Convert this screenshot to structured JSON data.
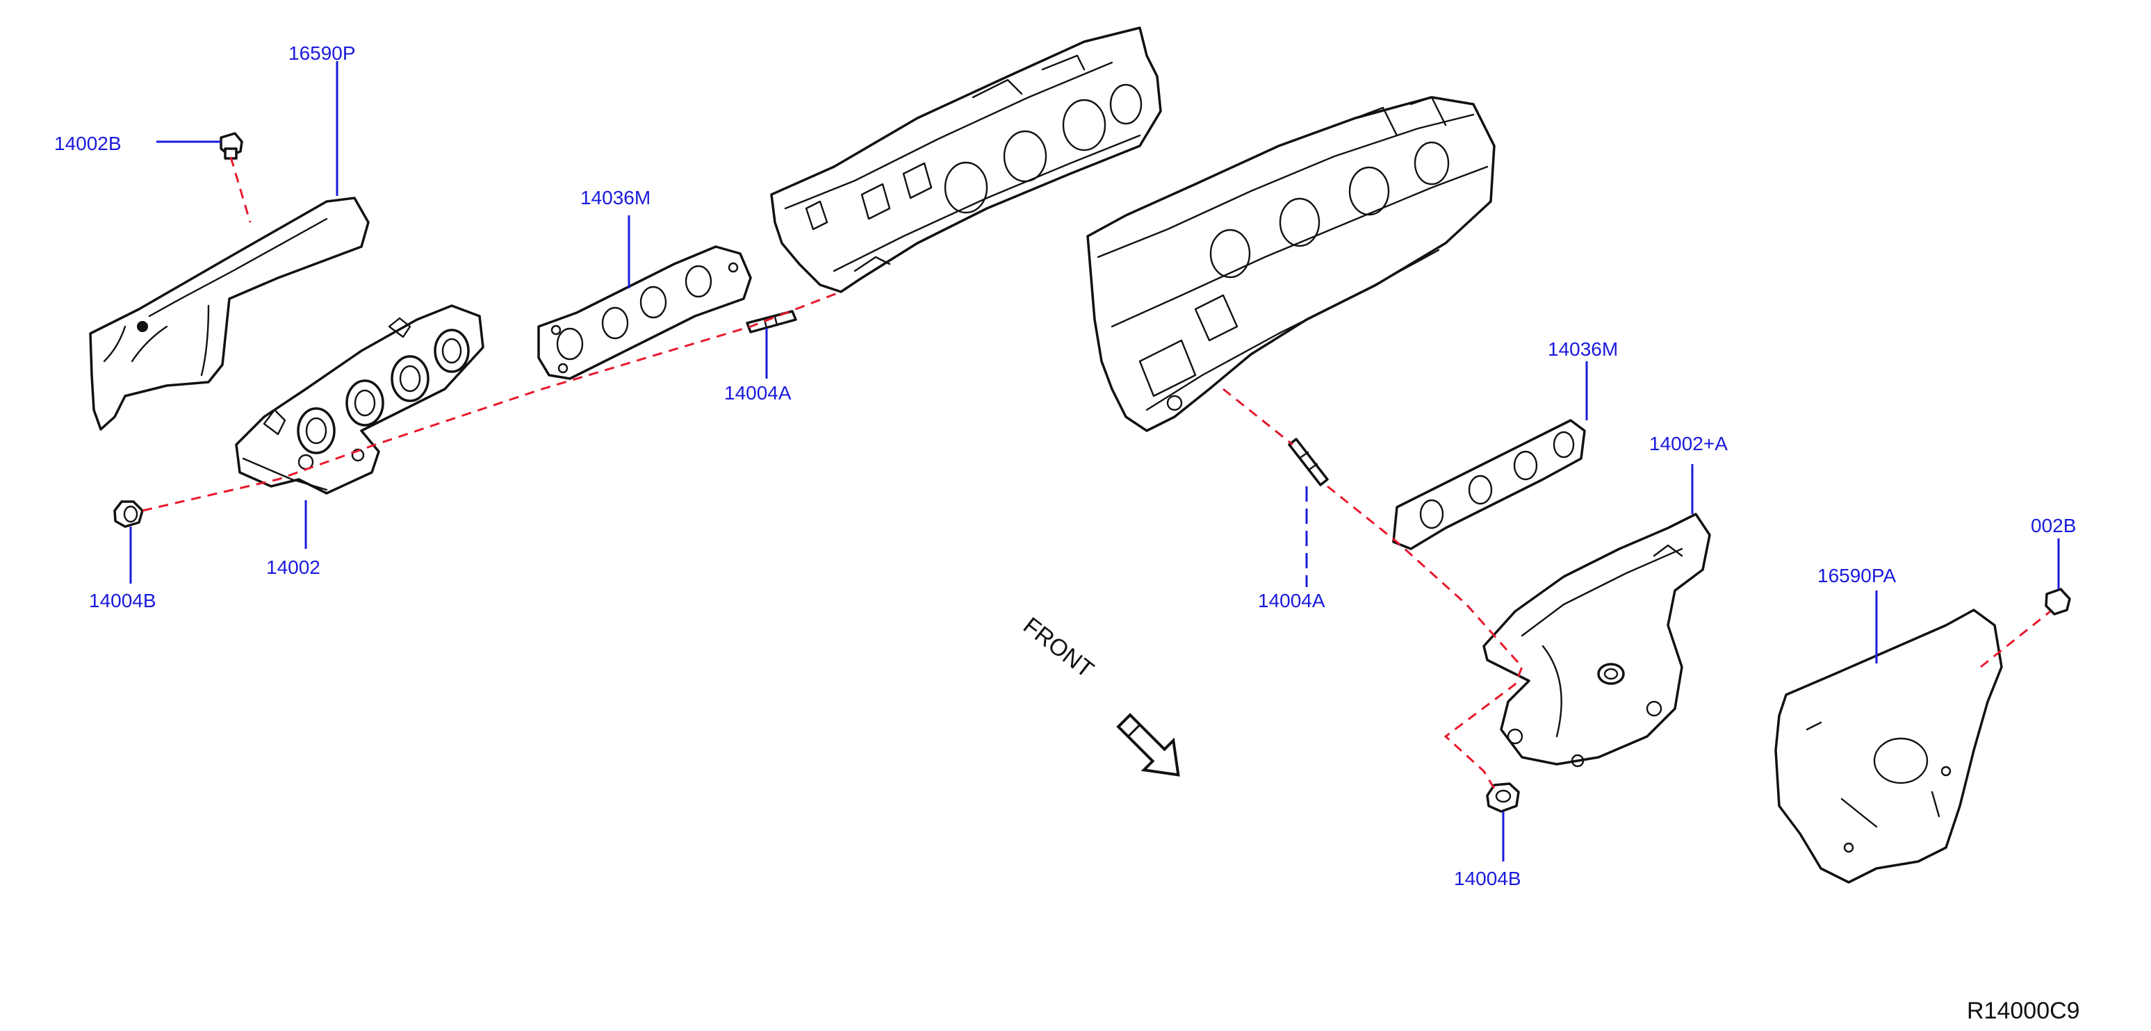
{
  "colors": {
    "callout": "#1a1adc",
    "dashed_line": "#e8192c",
    "line_art": "#111111",
    "background": "#ffffff"
  },
  "callouts": {
    "heat_insulator_left": "16590P",
    "bolt_left_top": "14002B",
    "gasket_left": "14036M",
    "stud_left": "14004A",
    "manifold_left": "14002",
    "nut_left": "14004B",
    "gasket_right": "14036M",
    "manifold_right": "14002+A",
    "stud_right": "14004A",
    "heat_insulator_right": "16590PA",
    "bolt_right_top": "002B",
    "nut_right": "14004B"
  },
  "orientation_label": "FRONT",
  "diagram_code": "R14000C9"
}
